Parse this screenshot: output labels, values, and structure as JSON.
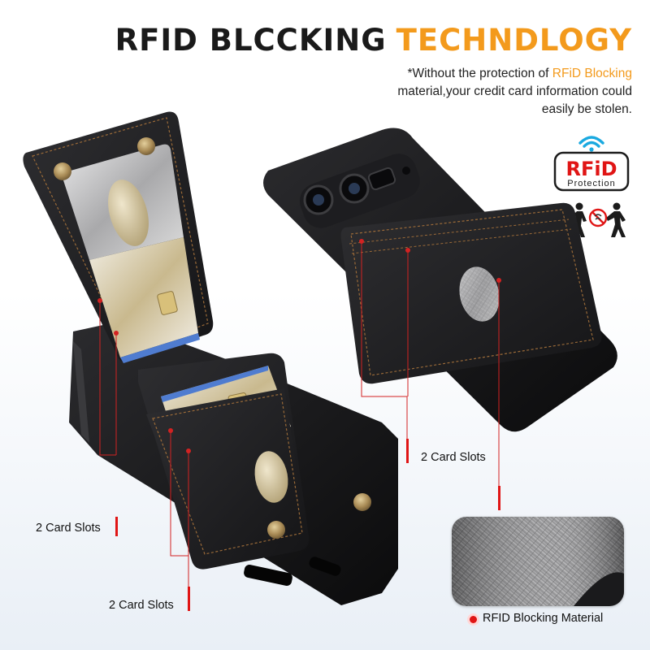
{
  "title": {
    "part1": "RFID BLCCKING",
    "part2": "TECHNDLOGY"
  },
  "subtitle": {
    "line1_prefix": "*Without the protection of ",
    "line1_highlight": "RFiD Blocking",
    "line2": "material,your credit card information could",
    "line3": "easily be stolen."
  },
  "badge": {
    "main": "RFiD",
    "sub": "Protection"
  },
  "labels": {
    "left_upper": "2 Card Slots",
    "left_lower": "2 Card Slots",
    "right": "2 Card Slots",
    "material": "RFID Blocking Material"
  },
  "colors": {
    "accent": "#f39a1c",
    "marker": "#e01515",
    "leather": "#1c1c1e",
    "case": "#111113",
    "snap": "#b89a64"
  }
}
